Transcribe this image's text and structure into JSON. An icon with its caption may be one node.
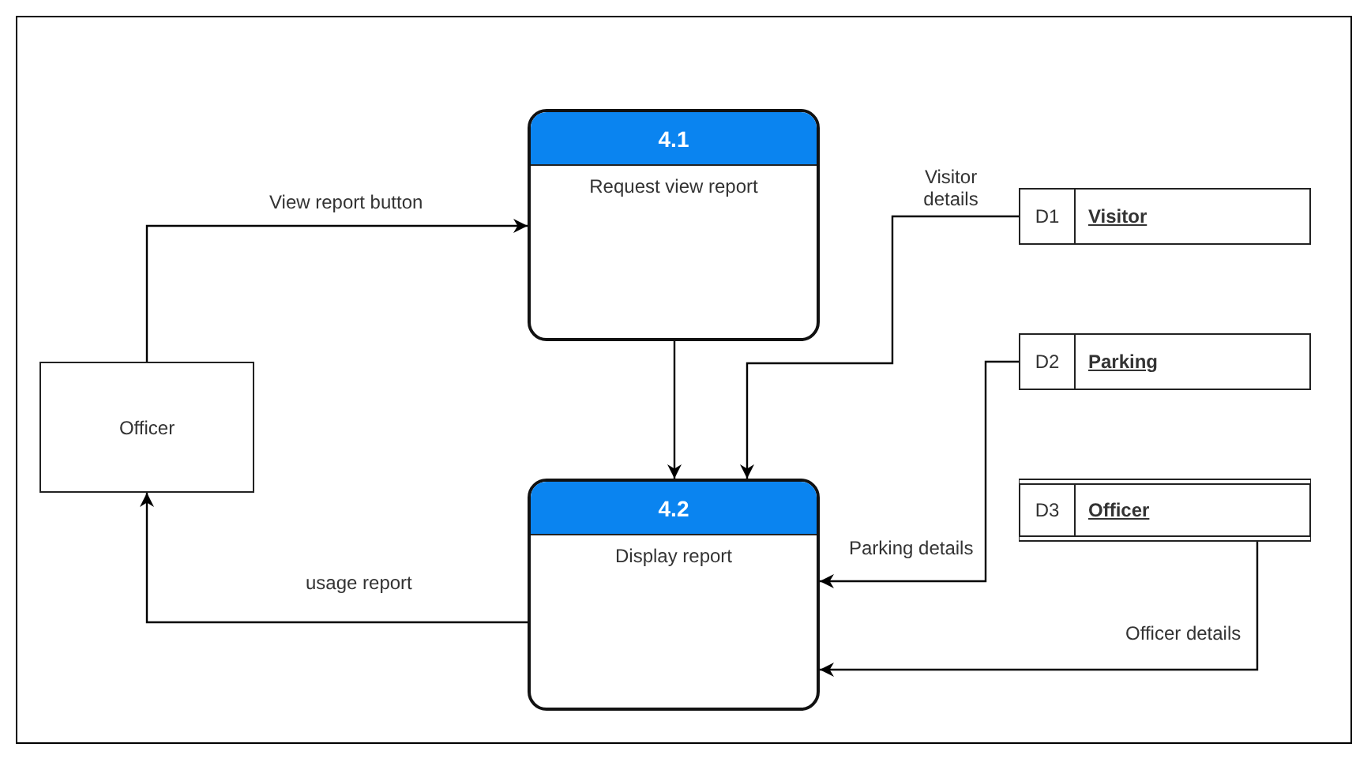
{
  "diagram": {
    "nodes": [
      {
        "text": [
          "Officer"
        ]
      },
      {
        "text": [
          "4.1",
          "Request view report"
        ]
      },
      {
        "text": [
          "4.2",
          "Display report"
        ]
      },
      {
        "text": [
          "D1",
          "Visitor"
        ]
      },
      {
        "text": [
          "D2",
          "Parking"
        ]
      },
      {
        "text": [
          "D3",
          "Officer"
        ]
      }
    ],
    "edges": [
      {
        "from": 0,
        "to": 1,
        "arrow": "to",
        "label": "View report button"
      },
      {
        "from": 1,
        "to": 2,
        "arrow": "to"
      },
      {
        "from": 3,
        "to": 2,
        "arrow": "to",
        "label": "Visitor details"
      },
      {
        "from": 4,
        "to": 2,
        "arrow": "to",
        "label": "Parking details"
      },
      {
        "from": 5,
        "to": 2,
        "arrow": "to",
        "label": "Officer details"
      },
      {
        "from": 2,
        "to": 0,
        "arrow": "to",
        "label": "usage report"
      }
    ]
  }
}
